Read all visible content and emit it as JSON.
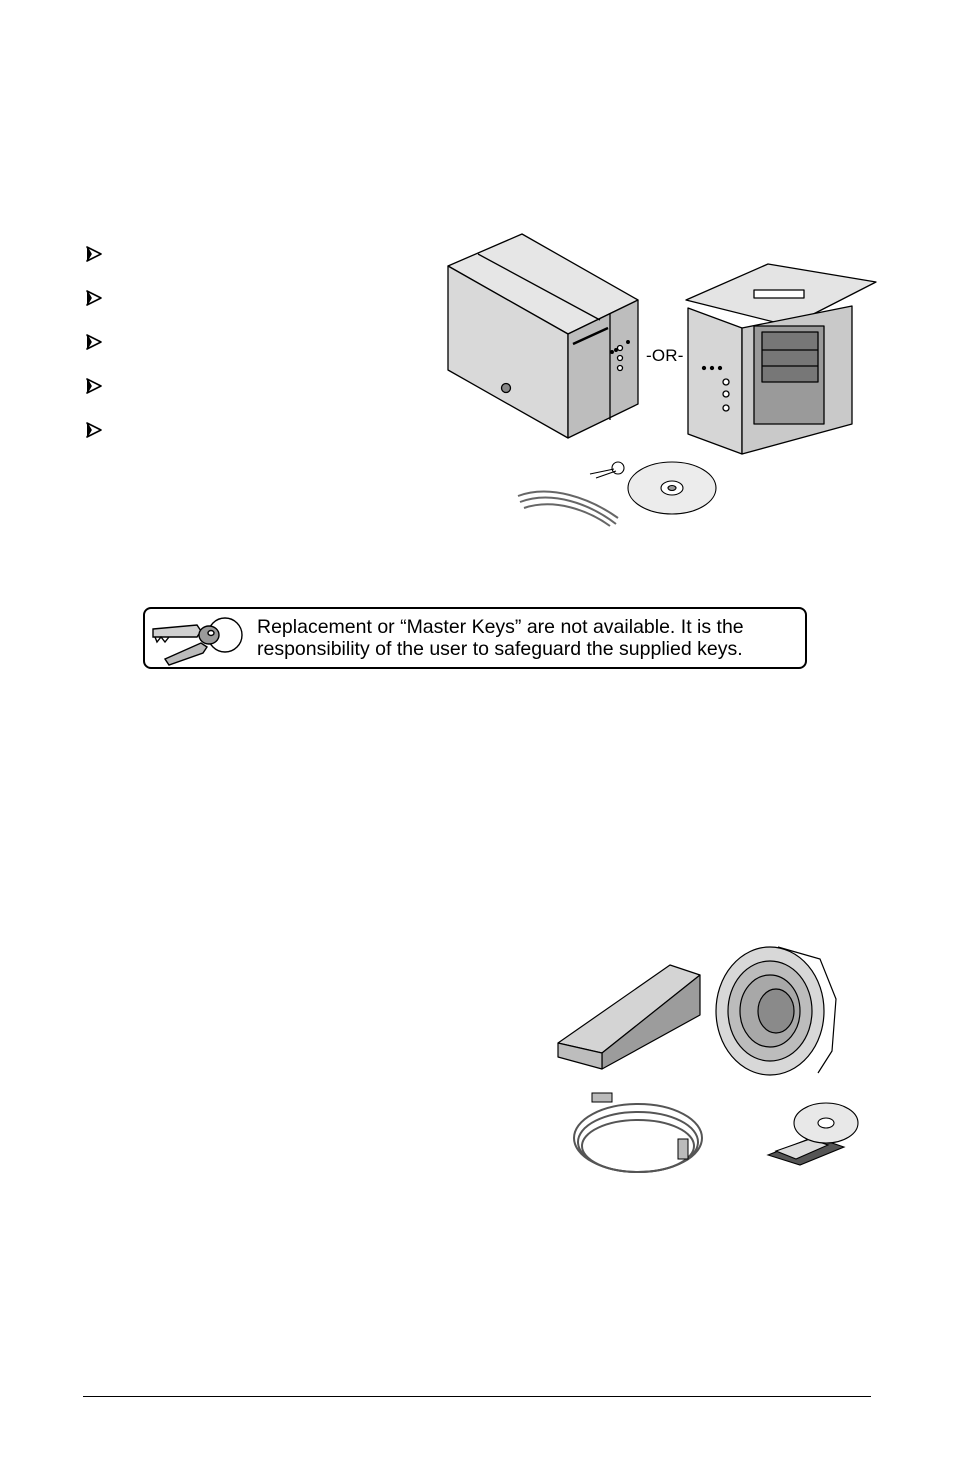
{
  "figure_label": "-OR-",
  "notice": {
    "line1": "Replacement or “Master Keys” are not available.  It is the",
    "line2": "responsibility of the user to safeguard the supplied keys."
  },
  "bullet_count": 5,
  "icons": {
    "bullet": "arrowhead-bullet-icon",
    "notice": "keys-icon"
  }
}
